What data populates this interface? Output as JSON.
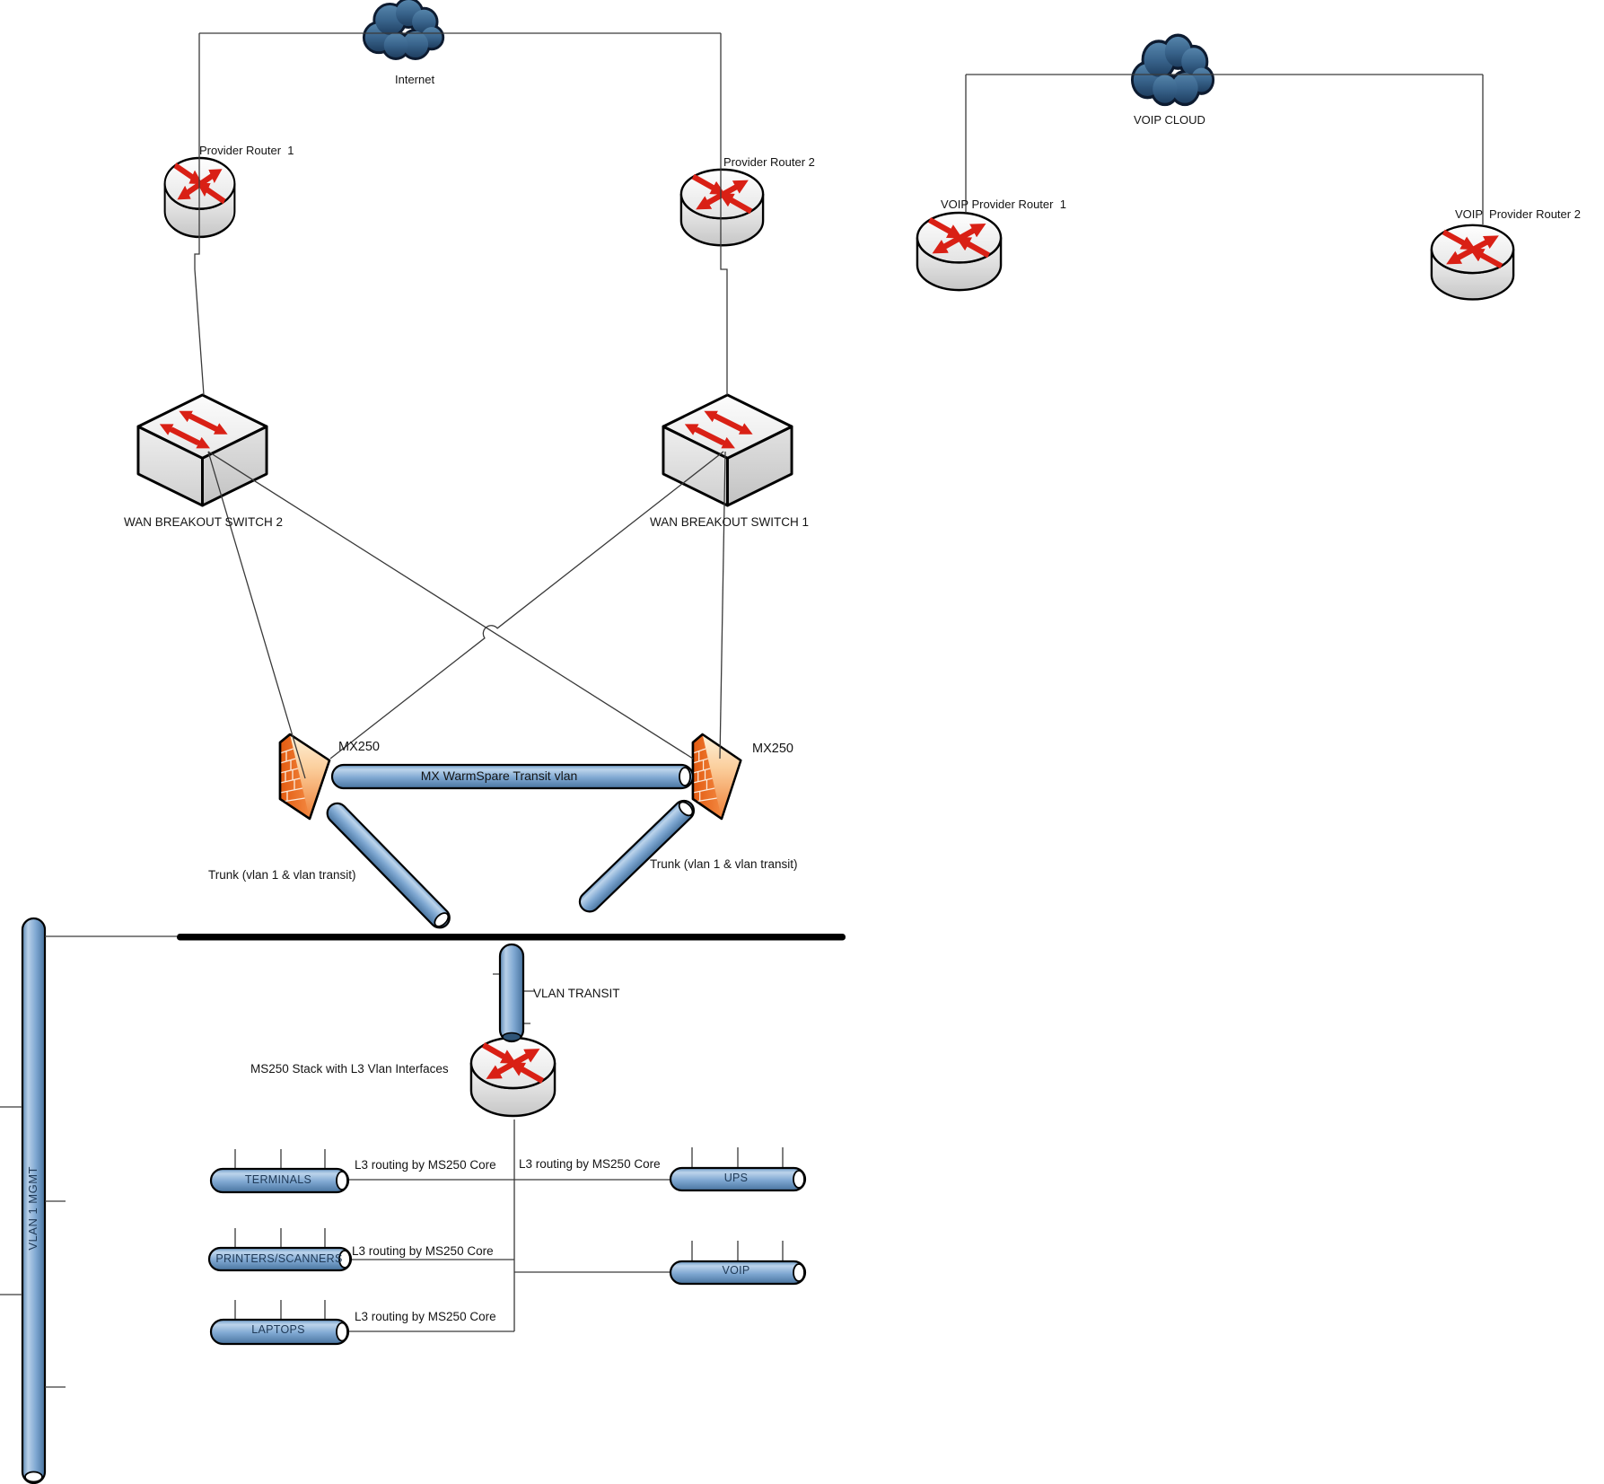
{
  "clouds": {
    "internet": {
      "label": "Internet"
    },
    "voip": {
      "label": "VOIP CLOUD"
    }
  },
  "routers": {
    "pr1": {
      "label": "Provider Router  1"
    },
    "pr2": {
      "label": "Provider Router 2"
    },
    "vpr1": {
      "label": "VOIP Provider Router  1"
    },
    "vpr2": {
      "label": "VOIP  Provider Router 2"
    },
    "ms250": {
      "label": "MS250 Stack with L3 Vlan Interfaces"
    }
  },
  "switches": {
    "wan2": {
      "label": "WAN BREAKOUT SWITCH 2"
    },
    "wan1": {
      "label": "WAN BREAKOUT SWITCH 1"
    }
  },
  "firewalls": {
    "left": {
      "label": "MX250"
    },
    "right": {
      "label": "MX250"
    }
  },
  "links": {
    "warmspare": {
      "label": "MX WarmSpare Transit vlan"
    },
    "trunk_left": {
      "label": "Trunk (vlan 1 & vlan transit)"
    },
    "trunk_right": {
      "label": "Trunk (vlan 1 & vlan transit)"
    },
    "vlan_transit": {
      "label": "VLAN TRANSIT"
    },
    "vlan1_mgmt": {
      "label": "VLAN 1 MGMT"
    }
  },
  "vlans": {
    "terminals": {
      "label": "TERMINALS"
    },
    "ups": {
      "label": "UPS"
    },
    "printers": {
      "label": "PRINTERS/SCANNERS"
    },
    "voip": {
      "label": "VOIP"
    },
    "laptops": {
      "label": "LAPTOPS"
    }
  },
  "annotations": {
    "l3_terminals": "L3 routing by MS250 Core",
    "l3_ups": "L3 routing by MS250 Core",
    "l3_printers": "L3 routing by MS250 Core",
    "l3_laptops": "L3 routing by MS250 Core"
  },
  "colors": {
    "cylinder_blue": "#7FA8D2",
    "cylinder_border": "#000000",
    "firewall_orange": "#F08038",
    "router_arrow_red": "#D92015",
    "cloud_blue": "#39648C",
    "connector_line": "#3A3A3A",
    "backbone_bar": "#000000"
  }
}
